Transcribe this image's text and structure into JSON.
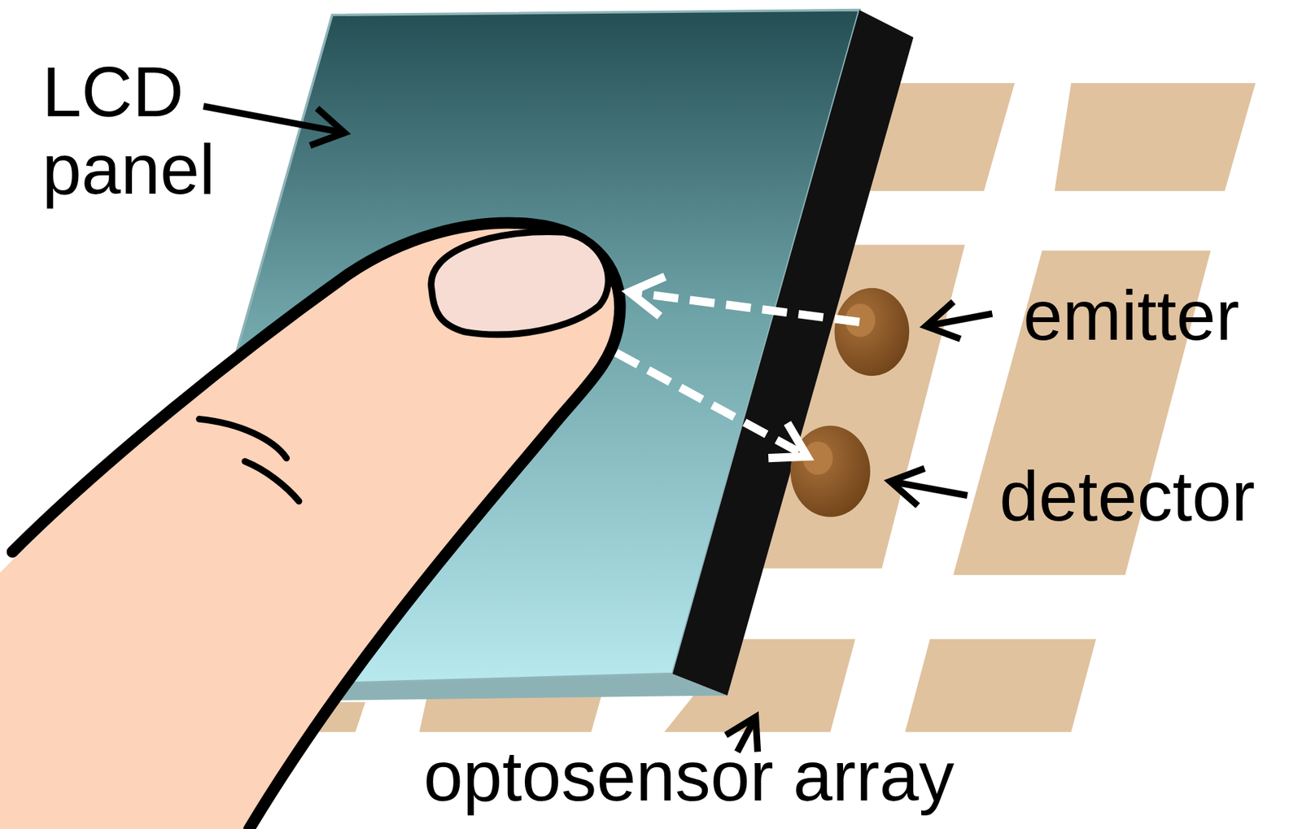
{
  "diagram": {
    "labels": [
      "LCD panel",
      "emitter",
      "detector",
      "optosensor array"
    ]
  }
}
